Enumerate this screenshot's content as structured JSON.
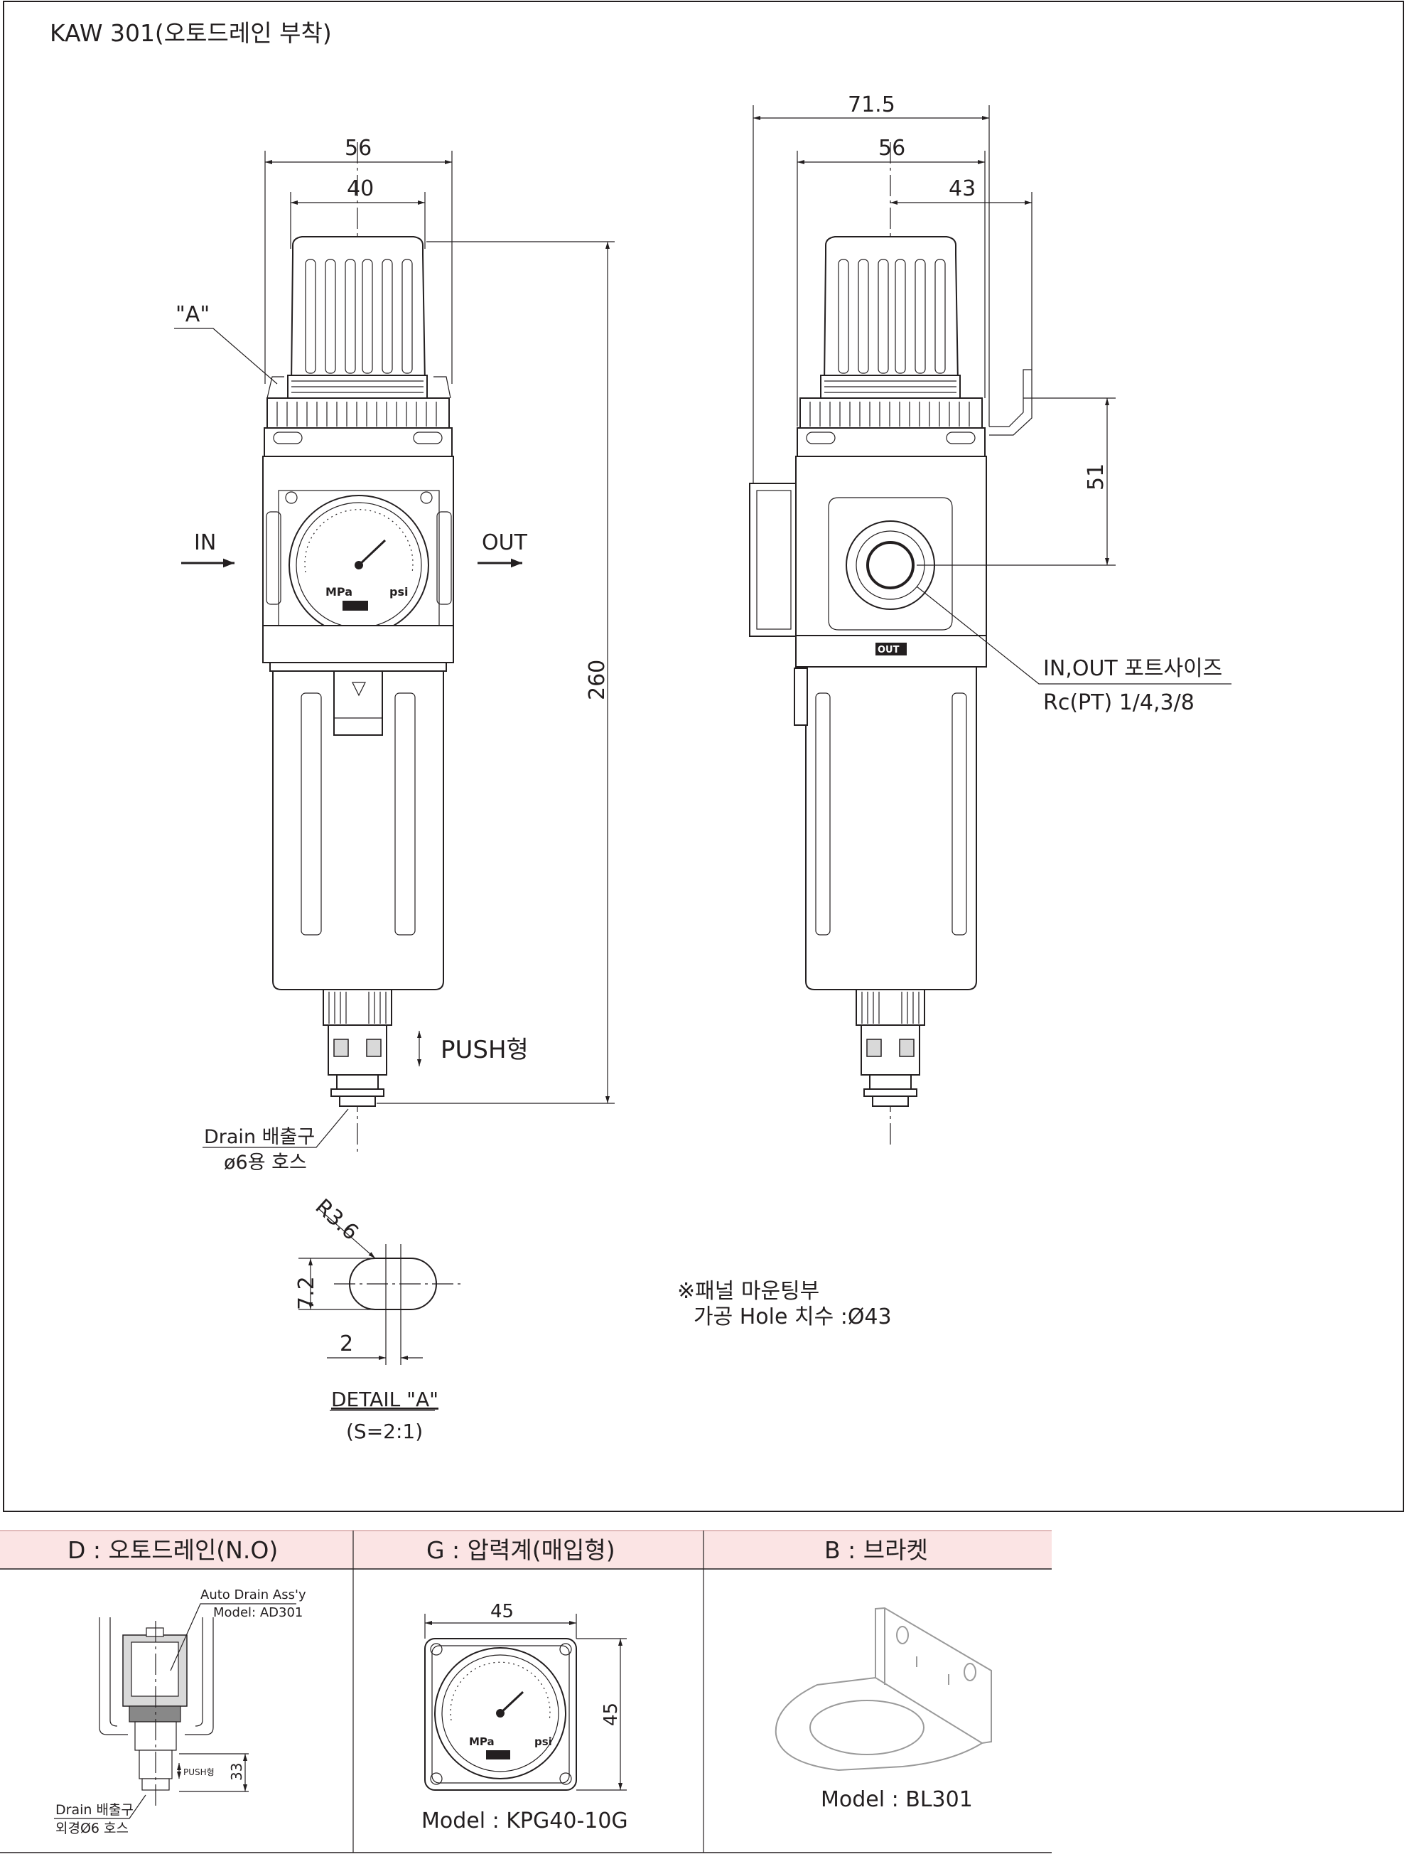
{
  "drawing": {
    "title": "KAW 301(오토드레인 부착)",
    "front_view": {
      "dim_overall_width": "56",
      "dim_inner_width": "40",
      "dim_height": "260",
      "detail_callout": "\"A\"",
      "port_in": "IN",
      "port_out": "OUT",
      "push_label": "PUSH형",
      "drain_label_1": "Drain 배출구",
      "drain_label_2": "ø6용 호스",
      "gauge_unit_mpa": "MPa",
      "gauge_unit_psi": "psi"
    },
    "side_view": {
      "dim_bracket_width": "71.5",
      "dim_overall_width": "56",
      "dim_half_width": "43",
      "dim_bracket_height": "51",
      "out_mark": "OUT",
      "port_label_1": "IN,OUT 포트사이즈",
      "port_label_2": "Rc(PT) 1/4,3/8"
    },
    "detail": {
      "dim_radius": "R3.6",
      "dim_height": "7.2",
      "dim_width": "2",
      "title": "DETAIL \"A\"",
      "scale": "(S=2:1)"
    },
    "panel_note_1": "※패널 마운팅부",
    "panel_note_2": "가공 Hole 치수 :Ø43"
  },
  "options": {
    "header_color": "#fbe4e4",
    "columns": [
      {
        "header": "D : 오토드레인(N.O)",
        "callout_1": "Auto Drain Ass'y",
        "callout_2": "Model: AD301",
        "push_label": "PUSH형",
        "dim_height": "33",
        "drain_label_1": "Drain 배출구",
        "drain_label_2": "외경Ø6 호스"
      },
      {
        "header": "G : 압력계(매입형)",
        "dim_width": "45",
        "dim_height": "45",
        "gauge_unit_mpa": "MPa",
        "gauge_unit_psi": "psi",
        "model": "Model : KPG40-10G"
      },
      {
        "header": "B : 브라켓",
        "model": "Model : BL301"
      }
    ]
  }
}
